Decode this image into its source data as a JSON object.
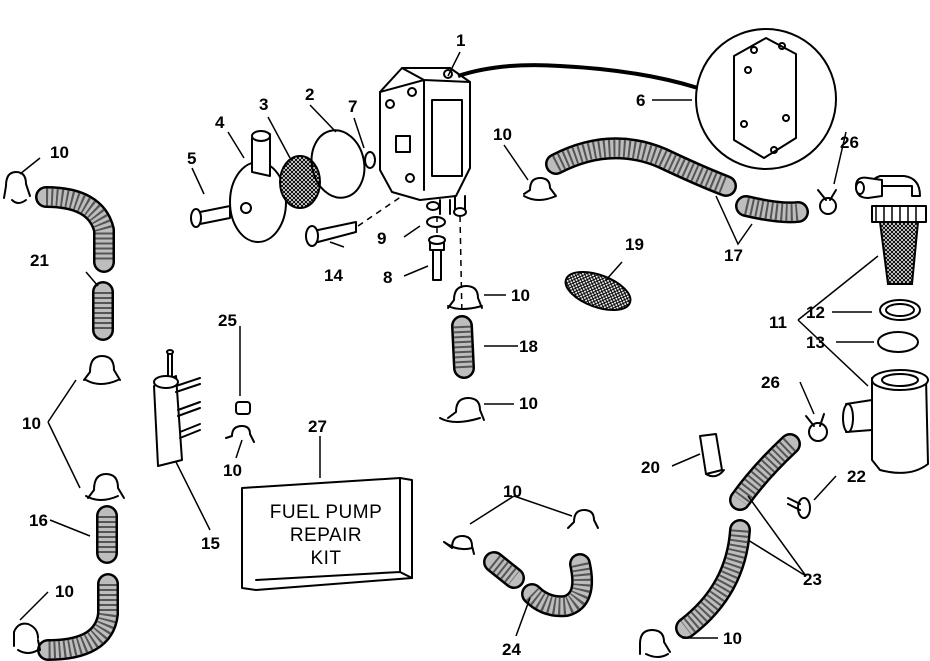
{
  "diagram": {
    "callouts": {
      "c1": "1",
      "c2": "2",
      "c3": "3",
      "c4": "4",
      "c5": "5",
      "c6": "6",
      "c7": "7",
      "c8": "8",
      "c9": "9",
      "c10a": "10",
      "c10b": "10",
      "c10c": "10",
      "c10d": "10",
      "c10e": "10",
      "c10f": "10",
      "c10g": "10",
      "c10h": "10",
      "c10i": "10",
      "c10j": "10",
      "c11": "11",
      "c12": "12",
      "c13": "13",
      "c14": "14",
      "c15": "15",
      "c16": "16",
      "c17": "17",
      "c18": "18",
      "c19": "19",
      "c20": "20",
      "c21": "21",
      "c22": "22",
      "c23": "23",
      "c24": "24",
      "c25": "25",
      "c26a": "26",
      "c26b": "26",
      "c27": "27"
    },
    "kit_box": {
      "line1": "FUEL PUMP",
      "line2": "REPAIR",
      "line3": "KIT"
    }
  }
}
